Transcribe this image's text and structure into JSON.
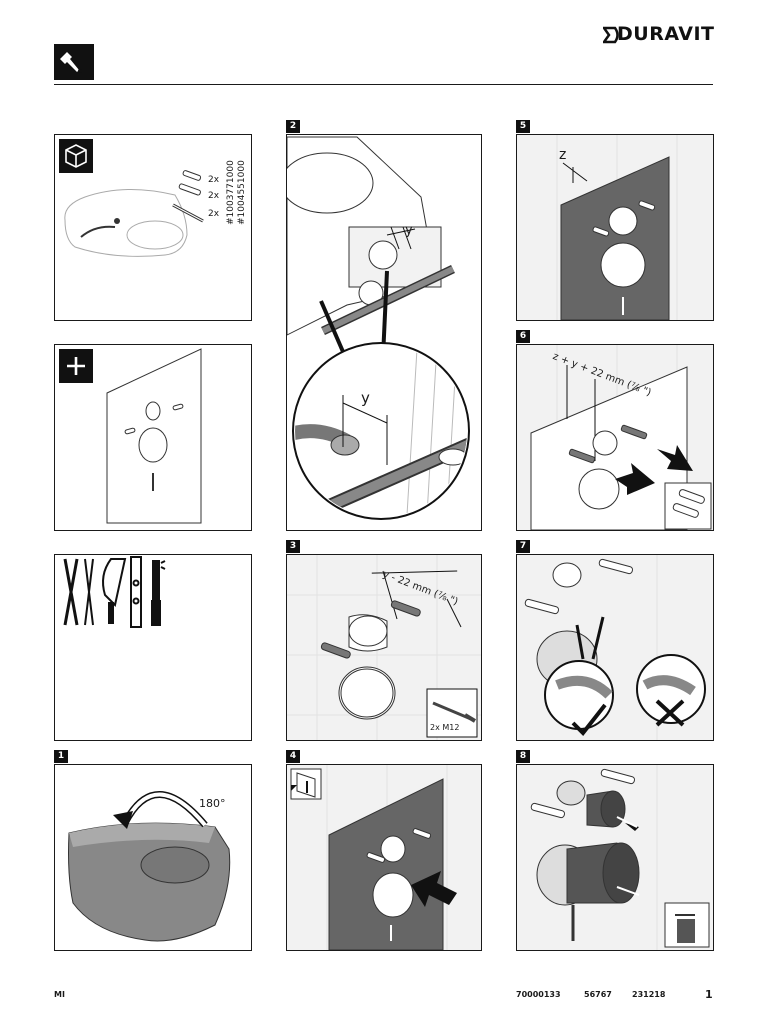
{
  "brand": {
    "name": "DURAVIT"
  },
  "icons": {
    "header": "wrench-icon",
    "package": "package-icon",
    "plus": "plus-icon"
  },
  "panel_scope": {
    "qty_1": "2x",
    "qty_2": "2x",
    "qty_3": "2x",
    "part_1": "#1003771000",
    "part_2": "#1004551000"
  },
  "steps": {
    "s1": "1",
    "s2": "2",
    "s3": "3",
    "s4": "4",
    "s5": "5",
    "s6": "6",
    "s7": "7",
    "s8": "8"
  },
  "step1": {
    "rotation": "180°"
  },
  "step2": {
    "dim_top": "y",
    "dim_zoom": "y"
  },
  "step3": {
    "formula": "y - 22 mm (⁷⁄₈ \")",
    "drill": "2x M12"
  },
  "step5": {
    "dim": "z"
  },
  "step6": {
    "formula": "z + y + 22 mm (⁷⁄₈ \")"
  },
  "footer": {
    "left": "MI",
    "code_1": "70000133",
    "code_2": "56767",
    "code_3": "231218",
    "page": "1"
  }
}
